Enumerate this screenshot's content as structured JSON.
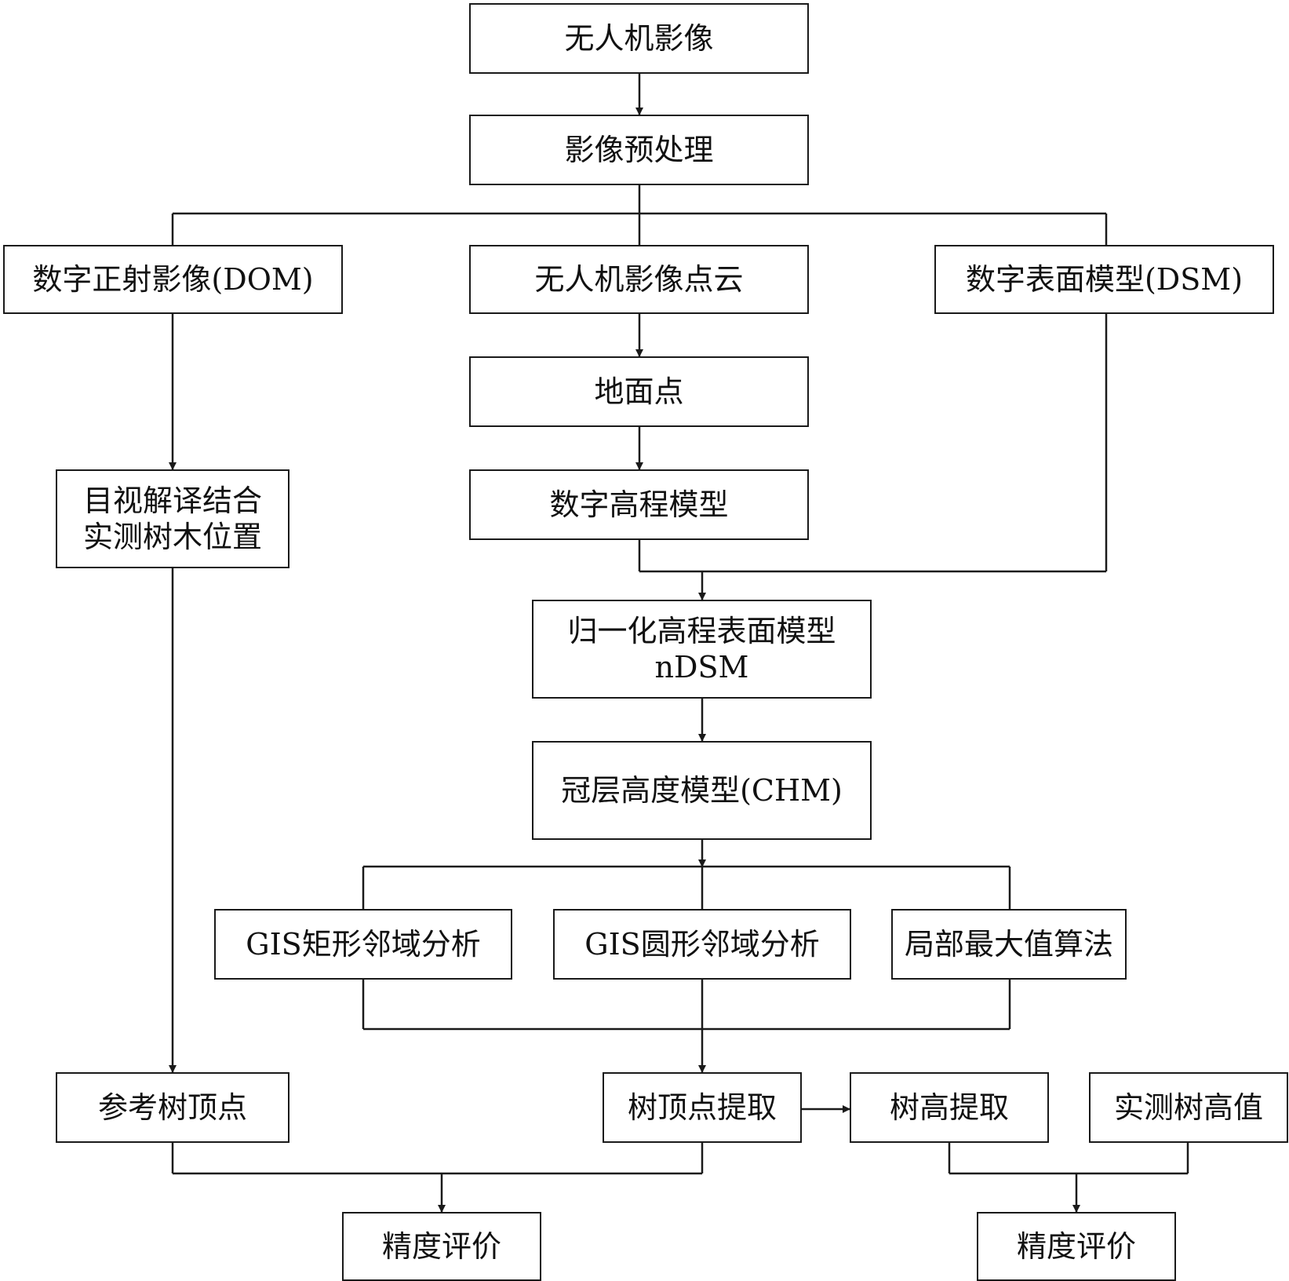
{
  "diagram": {
    "nodes": {
      "uav_image": {
        "lines": [
          "无人机影像"
        ]
      },
      "preprocess": {
        "lines": [
          "影像预处理"
        ]
      },
      "dom": {
        "lines": [
          "数字正射影像(DOM)"
        ]
      },
      "point_cloud": {
        "lines": [
          "无人机影像点云"
        ]
      },
      "dsm": {
        "lines": [
          "数字表面模型(DSM)"
        ]
      },
      "ground_points": {
        "lines": [
          "地面点"
        ]
      },
      "dem": {
        "lines": [
          "数字高程模型"
        ]
      },
      "visual_interp": {
        "lines": [
          "目视解译结合",
          "实测树木位置"
        ]
      },
      "ndsm": {
        "lines": [
          "归一化高程表面模型",
          "nDSM"
        ]
      },
      "chm": {
        "lines": [
          "冠层高度模型(CHM)"
        ]
      },
      "gis_rect": {
        "lines": [
          "GIS矩形邻域分析"
        ]
      },
      "gis_circle": {
        "lines": [
          "GIS圆形邻域分析"
        ]
      },
      "local_max": {
        "lines": [
          "局部最大值算法"
        ]
      },
      "ref_treetop": {
        "lines": [
          "参考树顶点"
        ]
      },
      "treetop_extract": {
        "lines": [
          "树顶点提取"
        ]
      },
      "height_extract": {
        "lines": [
          "树高提取"
        ]
      },
      "measured_height": {
        "lines": [
          "实测树高值"
        ]
      },
      "accuracy_1": {
        "lines": [
          "精度评价"
        ]
      },
      "accuracy_2": {
        "lines": [
          "精度评价"
        ]
      }
    },
    "colors": {
      "line": "#1a1a1a",
      "text": "#111111",
      "background": "#ffffff"
    }
  }
}
